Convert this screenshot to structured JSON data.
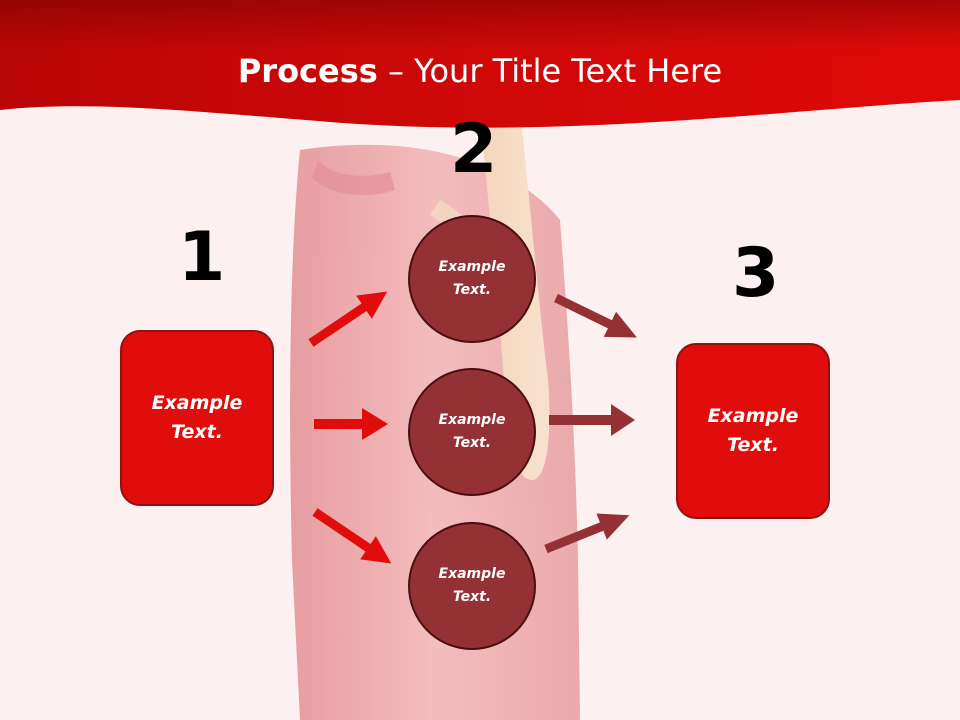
{
  "slide": {
    "title_strong": "Process",
    "title_rest": " – Your Title Text Here"
  },
  "steps": [
    {
      "number": "1",
      "line1": "Example",
      "line2": "Text."
    },
    {
      "number": "2"
    },
    {
      "number": "3",
      "line1": "Example",
      "line2": "Text."
    }
  ],
  "circles": [
    {
      "line1": "Example",
      "line2": "Text."
    },
    {
      "line1": "Example",
      "line2": "Text."
    },
    {
      "line1": "Example",
      "line2": "Text."
    }
  ],
  "colors": {
    "banner": "#d40808",
    "box_fill": "#e10c0c",
    "circle_fill": "#943134",
    "arrow_left": "#e10c0c",
    "arrow_right": "#943134"
  }
}
